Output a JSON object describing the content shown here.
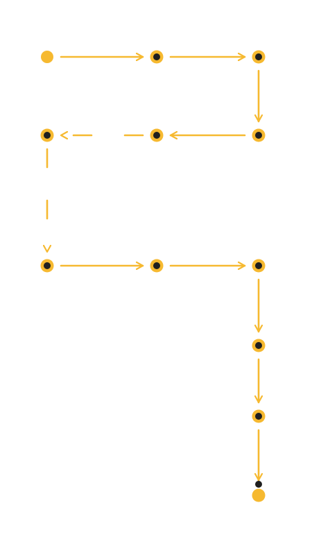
{
  "diagram": {
    "colors": {
      "accent": "#F6B930",
      "node_center": "#1F1F1F",
      "background": "#FFFFFF"
    },
    "nodes": [
      {
        "id": "start",
        "kind": "start-dot"
      },
      {
        "id": "n1",
        "kind": "step"
      },
      {
        "id": "n2",
        "kind": "step"
      },
      {
        "id": "n3",
        "kind": "step"
      },
      {
        "id": "n4",
        "kind": "step"
      },
      {
        "id": "n5",
        "kind": "step"
      },
      {
        "id": "n6",
        "kind": "step"
      },
      {
        "id": "n7",
        "kind": "step"
      },
      {
        "id": "n8",
        "kind": "step"
      },
      {
        "id": "n9",
        "kind": "step"
      },
      {
        "id": "n10",
        "kind": "step"
      },
      {
        "id": "end",
        "kind": "end-dot"
      }
    ],
    "edges": [
      {
        "from": "start",
        "to": "n1",
        "style": "solid"
      },
      {
        "from": "n1",
        "to": "n2",
        "style": "solid"
      },
      {
        "from": "n2",
        "to": "n3",
        "style": "solid"
      },
      {
        "from": "n3",
        "to": "n4",
        "style": "solid"
      },
      {
        "from": "n4",
        "to": "n5",
        "style": "dashed"
      },
      {
        "from": "n5",
        "to": "n6",
        "style": "dashed"
      },
      {
        "from": "n6",
        "to": "n7",
        "style": "solid"
      },
      {
        "from": "n7",
        "to": "n8",
        "style": "solid"
      },
      {
        "from": "n8",
        "to": "n9",
        "style": "solid"
      },
      {
        "from": "n9",
        "to": "n10",
        "style": "solid"
      },
      {
        "from": "n10",
        "to": "end",
        "style": "solid"
      }
    ]
  }
}
